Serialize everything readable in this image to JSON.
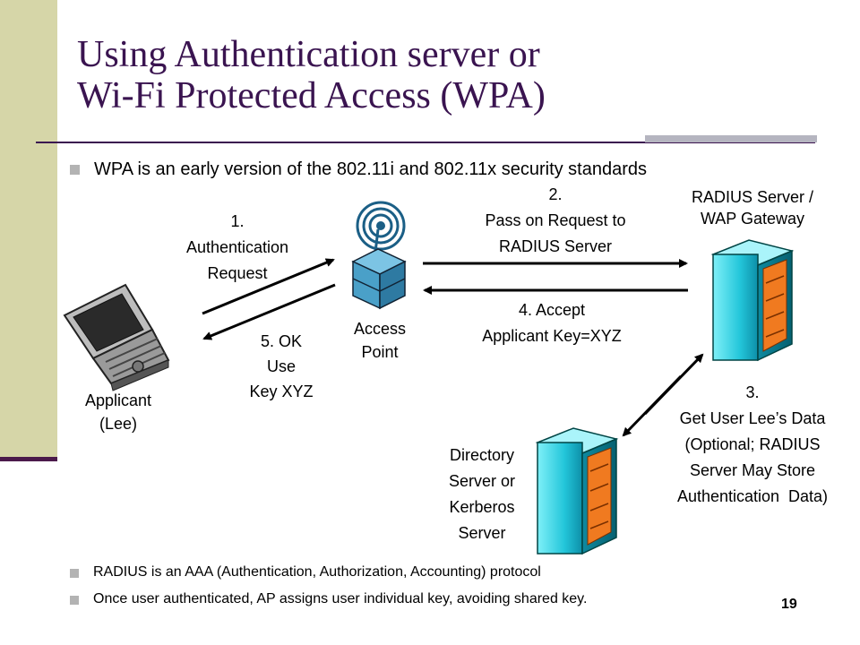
{
  "slide": {
    "title_line1": "Using Authentication server or",
    "title_line2": "Wi-Fi Protected Access (WPA)",
    "page_number": "19"
  },
  "bullets": {
    "main": "WPA is an early version of the 802.11i and 802.11x security standards",
    "radius": "RADIUS is an AAA (Authentication, Authorization, Accounting) protocol",
    "key": "Once user authenticated, AP assigns user individual key, avoiding shared key."
  },
  "nodes": {
    "applicant": "Applicant\n(Lee)",
    "access_point": "Access\nPoint",
    "radius_server": "RADIUS Server /\nWAP Gateway",
    "directory_server": "Directory\nServer or\nKerberos\nServer"
  },
  "steps": {
    "step1": "1.\nAuthentication\nRequest",
    "step2": "2.\nPass on Request to\nRADIUS Server",
    "step3": "3.\nGet User Lee’s Data\n(Optional; RADIUS\nServer May Store\nAuthentication  Data)",
    "step4": "4. Accept\nApplicant Key=XYZ",
    "step5": "5. OK\nUse\nKey XYZ"
  },
  "icons": {
    "laptop": "laptop-icon",
    "access_point": "wireless-access-point-icon",
    "server": "server-tower-icon"
  },
  "colors": {
    "title": "#3a1450",
    "sidebar": "#d6d6a8",
    "server_cyan": "#2fd0e0",
    "server_orange": "#f07a20",
    "access_point_blue": "#4aa0c8"
  }
}
